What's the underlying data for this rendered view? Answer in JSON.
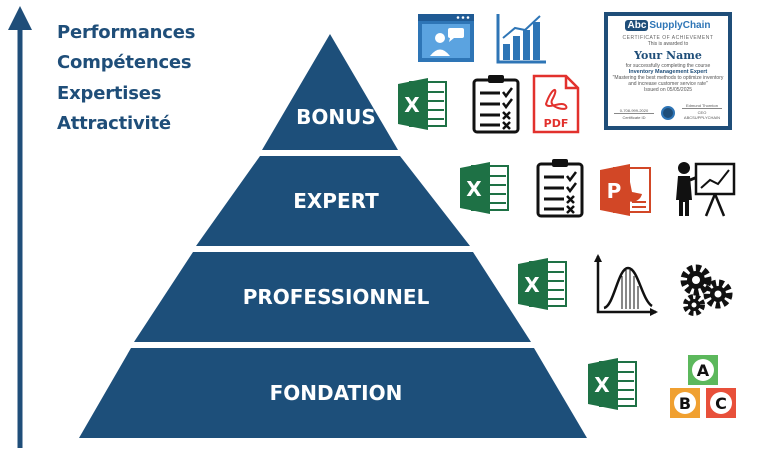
{
  "goals": [
    "Performances",
    "Compétences",
    "Expertises",
    "Attractivité"
  ],
  "levels": [
    {
      "label": "BONUS",
      "icons": [
        "excel-icon",
        "checklist-icon",
        "pdf-icon",
        "certificate-icon"
      ]
    },
    {
      "label": "EXPERT",
      "icons": [
        "excel-icon",
        "checklist-icon",
        "powerpoint-icon",
        "presenter-chart-icon"
      ]
    },
    {
      "label": "PROFESSIONNEL",
      "icons": [
        "excel-icon",
        "distribution-curve-icon",
        "gears-icon"
      ]
    },
    {
      "label": "FONDATION",
      "icons": [
        "excel-icon",
        "abc-blocks-icon"
      ]
    }
  ],
  "top_icons": [
    "video-presentation-icon",
    "bar-chart-icon"
  ],
  "pdf_label": "PDF",
  "excel_letter": "X",
  "ppt_letter": "P",
  "abc_letters": [
    "A",
    "B",
    "C"
  ],
  "certificate": {
    "logo_prefix": "Abc",
    "logo_suffix": "SupplyChain",
    "heading": "CERTIFICATE OF ACHIEVEMENT",
    "presented": "This is awarded to",
    "name": "Your Name",
    "for_text": "for successfully completing the course",
    "course": "Inventory Management Expert",
    "quote": "\"Mastering the best methods to optimize inventory and increase customer service rate\"",
    "issued": "Issued on 05/05/2025",
    "left_value": "0-708-999-2020",
    "left_caption": "Certificate ID",
    "right_value": "Edmund Thornton",
    "right_caption": "CEO ABCSUPPLYCHAIN"
  },
  "colors": {
    "pyramid": "#1d4f7a",
    "goal_text": "#1f4e79",
    "arrow": "#1f4e79",
    "excel": "#1e7145",
    "pdf": "#e2312d",
    "powerpoint": "#d24726",
    "icon_blue": "#2e75b6",
    "abc_green": "#5cb85c",
    "abc_orange": "#f0a030",
    "abc_red": "#e8503a"
  }
}
